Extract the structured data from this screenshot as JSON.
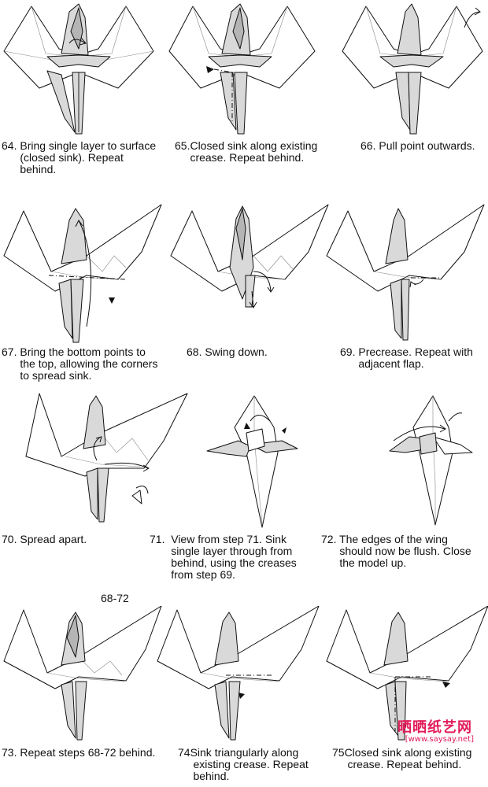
{
  "steps": [
    {
      "id": "64",
      "caption": "64. Bring single layer to surface\n      (closed sink). Repeat\n      behind."
    },
    {
      "id": "65",
      "caption": "65.Closed sink along existing\n     crease. Repeat behind."
    },
    {
      "id": "66",
      "caption": "66. Pull point outwards."
    },
    {
      "id": "67",
      "caption": "67. Bring the bottom points to\n      the top, allowing the corners\n      to spread sink."
    },
    {
      "id": "68",
      "caption": "68. Swing down."
    },
    {
      "id": "69",
      "caption": "69. Precrease. Repeat with\n      adjacent flap."
    },
    {
      "id": "70",
      "caption": "70. Spread apart."
    },
    {
      "id": "71",
      "caption": "71.  View from step 71. Sink\n       single layer through from\n       behind, using the creases\n       from step 69."
    },
    {
      "id": "72",
      "caption": "72. The edges of the wing\n      should now be flush. Close\n      the model up."
    },
    {
      "id": "73",
      "caption": "73. Repeat steps 68-72 behind."
    },
    {
      "id": "74",
      "caption": "74Sink triangularly along\n     existing crease. Repeat\n     behind."
    },
    {
      "id": "75",
      "caption": "75Closed sink along existing\n     crease. Repeat behind."
    }
  ],
  "repeat_label": "68-72",
  "watermark": {
    "name": "晒晒纸艺网",
    "url": "[www.saysay.net]",
    "color": "#e21b5a"
  }
}
